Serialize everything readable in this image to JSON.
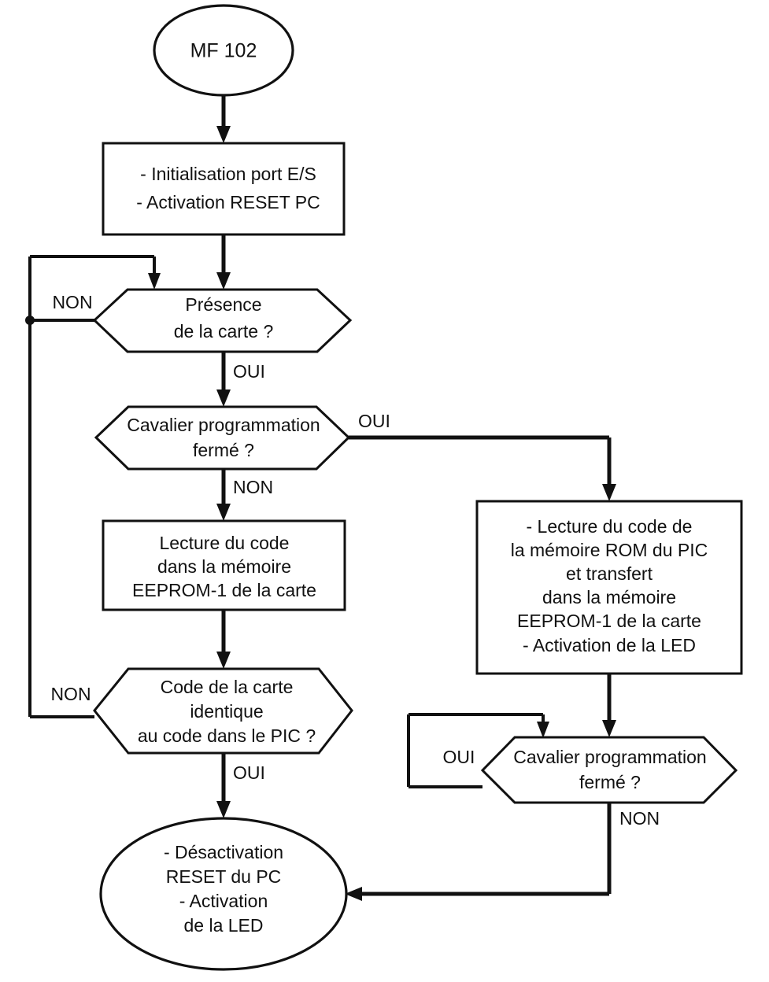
{
  "diagram": {
    "type": "flowchart",
    "language": "fr",
    "colors": {
      "background": "#ffffff",
      "stroke": "#111111",
      "fill": "#ffffff"
    },
    "nodes": {
      "start": {
        "shape": "ellipse",
        "lines": [
          "MF 102"
        ]
      },
      "init": {
        "shape": "process",
        "lines": [
          "- Initialisation port E/S",
          "- Activation RESET PC"
        ]
      },
      "presence": {
        "shape": "decision-hexagon",
        "lines": [
          "Présence",
          "de la carte ?"
        ]
      },
      "cavalier_top": {
        "shape": "decision-hexagon",
        "lines": [
          "Cavalier programmation",
          "fermé ?"
        ]
      },
      "lecture_eeprom": {
        "shape": "process",
        "lines": [
          "Lecture du code",
          "dans la mémoire",
          "EEPROM-1 de la carte"
        ]
      },
      "code_identique": {
        "shape": "decision-hexagon",
        "lines": [
          "Code de la carte",
          "identique",
          "au code dans le PIC ?"
        ]
      },
      "lecture_rom": {
        "shape": "process",
        "lines": [
          "- Lecture du code de",
          "la mémoire ROM du PIC",
          "et transfert",
          "dans la mémoire",
          "EEPROM-1 de la carte",
          "- Activation de la LED"
        ]
      },
      "cavalier_bottom": {
        "shape": "decision-hexagon",
        "lines": [
          "Cavalier programmation",
          "fermé ?"
        ]
      },
      "end": {
        "shape": "ellipse",
        "lines": [
          "- Désactivation",
          "RESET du PC",
          "- Activation",
          "de la LED"
        ]
      }
    },
    "edge_labels": {
      "presence_non": "NON",
      "presence_oui": "OUI",
      "cavalier_top_oui": "OUI",
      "cavalier_top_non": "NON",
      "code_non": "NON",
      "code_oui": "OUI",
      "cavalier_bottom_oui": "OUI",
      "cavalier_bottom_non": "NON"
    }
  }
}
